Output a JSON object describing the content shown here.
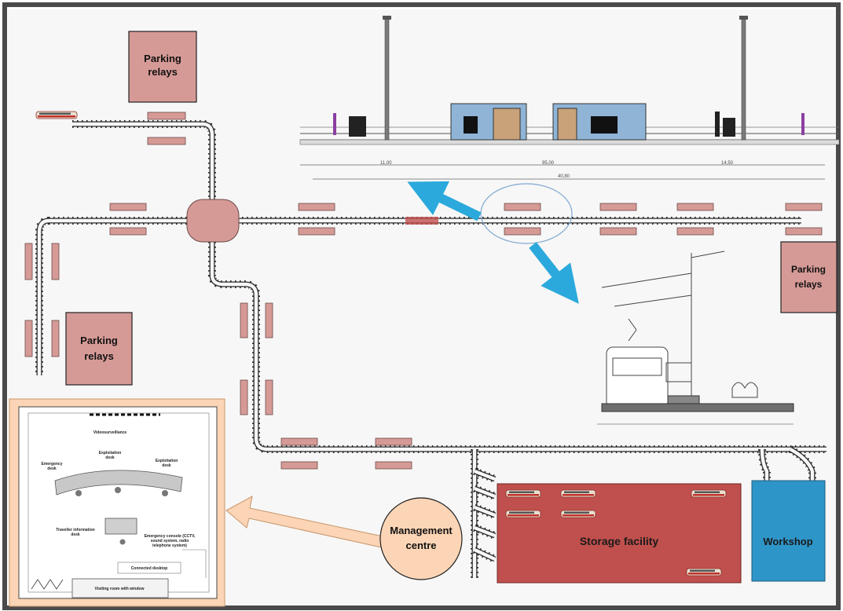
{
  "labels": {
    "parking_top": [
      "Parking",
      "relays"
    ],
    "parking_left": [
      "Parking",
      "relays"
    ],
    "parking_right": [
      "Parking",
      "relays"
    ],
    "management": [
      "Management",
      "centre"
    ],
    "storage": "Storage facility",
    "workshop": "Workshop"
  },
  "dimensions": [
    "11,00",
    "95,00",
    "14,50",
    "40,80"
  ],
  "control_room": {
    "videosurveillance": "Videosurveillance",
    "exploitation_1": [
      "Exploitation",
      "desk"
    ],
    "exploitation_2": [
      "Exploitation",
      "desk"
    ],
    "emergency_desk": [
      "Emergency",
      "desk"
    ],
    "traveller_info": [
      "Traveller information",
      "desk"
    ],
    "emergency_console": [
      "Emergency console (CCTV,",
      "sound system, radio",
      "telephone system)"
    ],
    "connected_desktop": "Connected desktop",
    "visiting_room": "Visiting room with window"
  },
  "colors": {
    "relay": "#d69a96",
    "storage": "#c0504d",
    "workshop": "#2e95c8",
    "management": "#fbd5b5",
    "arrow_blue": "#2ba9dc",
    "room_frame": "#fbd5b5"
  }
}
